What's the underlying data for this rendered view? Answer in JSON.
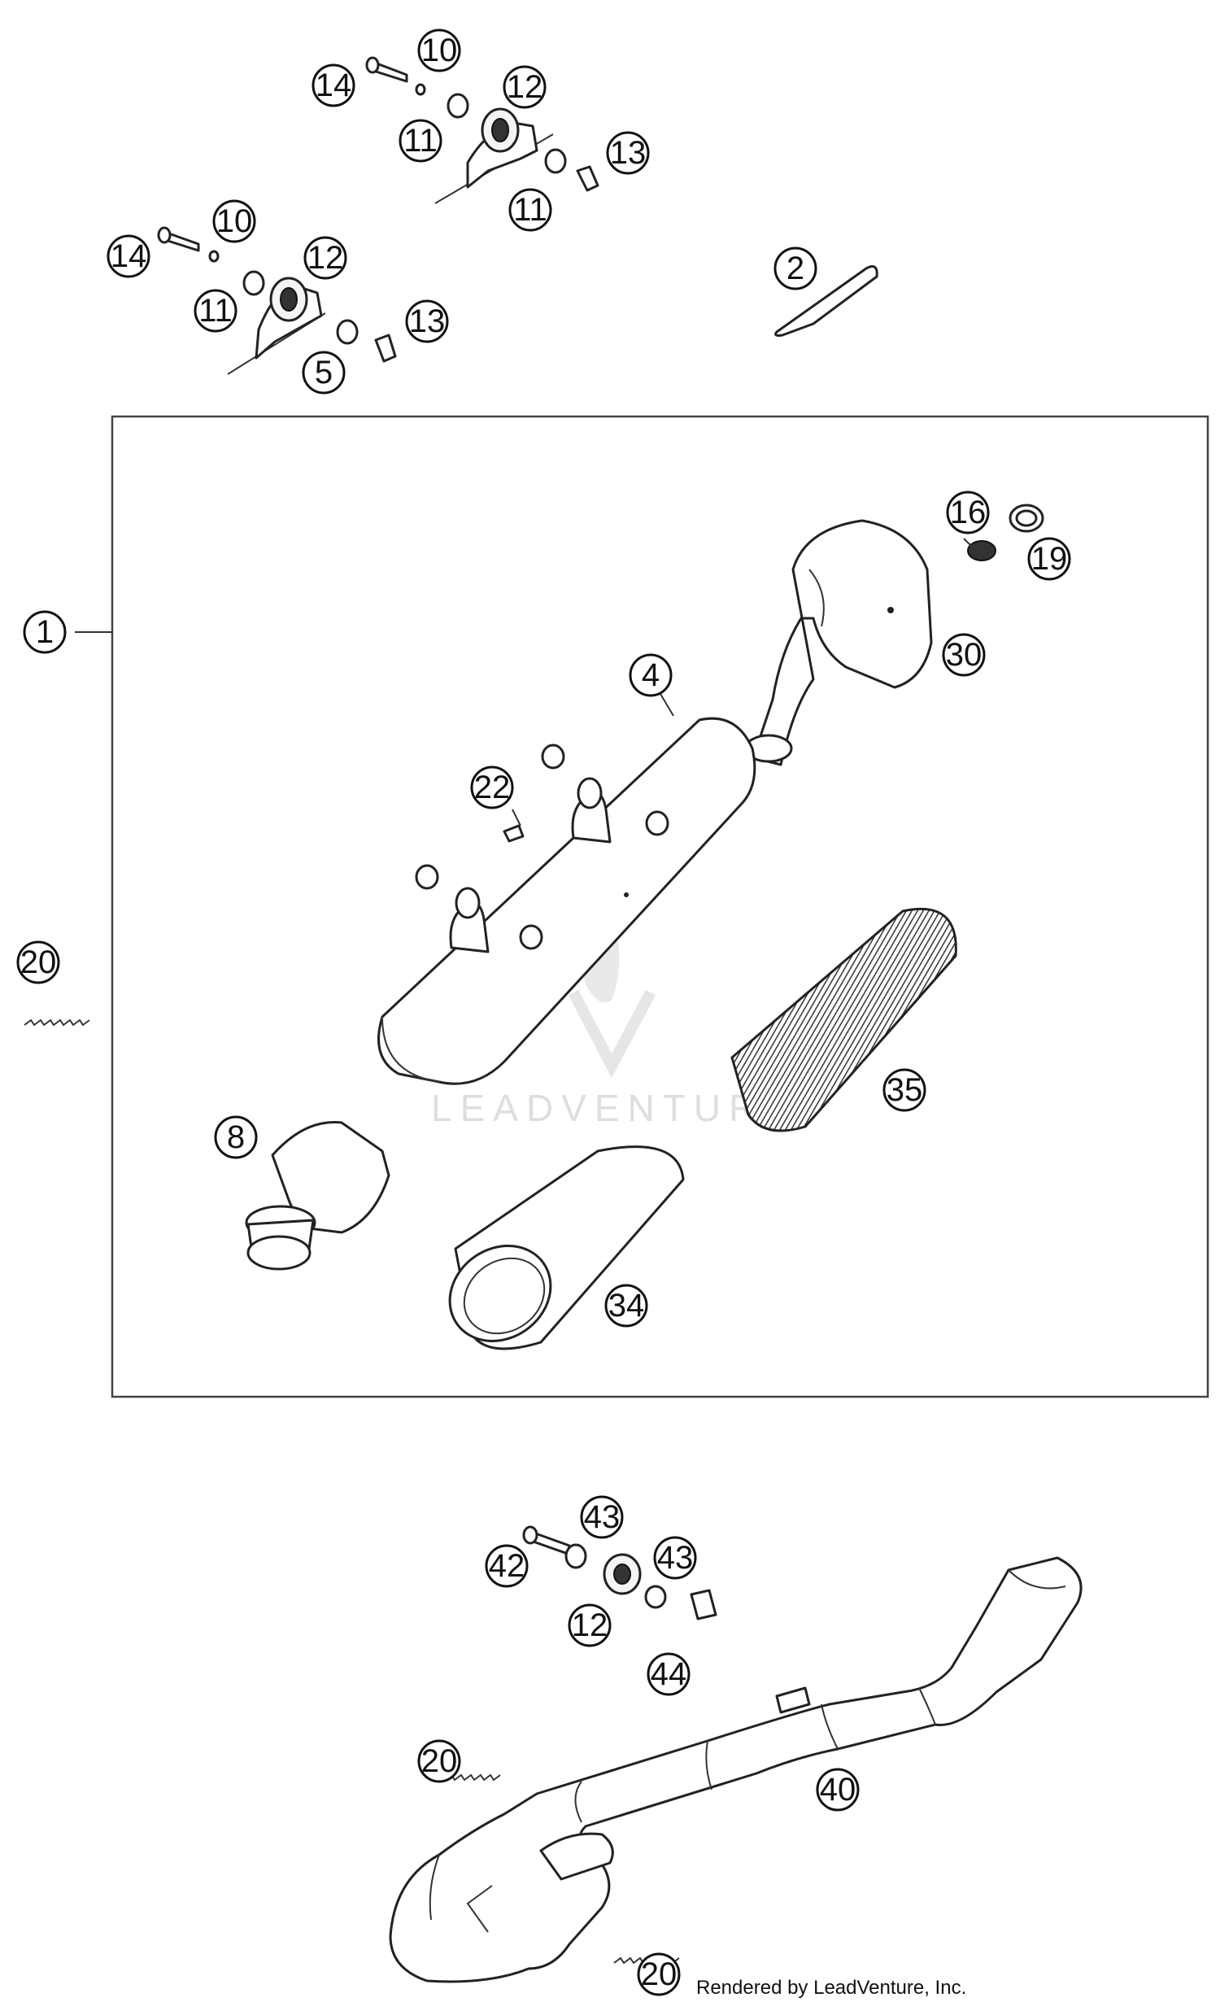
{
  "diagram": {
    "credit": "Rendered by LeadVenture, Inc.",
    "watermark": "LEADVENTURE",
    "callouts": [
      {
        "id": "c-10a",
        "label": "10"
      },
      {
        "id": "c-14a",
        "label": "14"
      },
      {
        "id": "c-12a",
        "label": "12"
      },
      {
        "id": "c-11a",
        "label": "11"
      },
      {
        "id": "c-13a",
        "label": "13"
      },
      {
        "id": "c-11b",
        "label": "11"
      },
      {
        "id": "c-10b",
        "label": "10"
      },
      {
        "id": "c-14b",
        "label": "14"
      },
      {
        "id": "c-12b",
        "label": "12"
      },
      {
        "id": "c-11c",
        "label": "11"
      },
      {
        "id": "c-13b",
        "label": "13"
      },
      {
        "id": "c-5",
        "label": "5"
      },
      {
        "id": "c-2",
        "label": "2"
      },
      {
        "id": "c-1",
        "label": "1"
      },
      {
        "id": "c-16",
        "label": "16"
      },
      {
        "id": "c-19",
        "label": "19"
      },
      {
        "id": "c-30",
        "label": "30"
      },
      {
        "id": "c-4",
        "label": "4"
      },
      {
        "id": "c-22",
        "label": "22"
      },
      {
        "id": "c-20a",
        "label": "20"
      },
      {
        "id": "c-35",
        "label": "35"
      },
      {
        "id": "c-8",
        "label": "8"
      },
      {
        "id": "c-34",
        "label": "34"
      },
      {
        "id": "c-43a",
        "label": "43"
      },
      {
        "id": "c-42",
        "label": "42"
      },
      {
        "id": "c-43b",
        "label": "43"
      },
      {
        "id": "c-12c",
        "label": "12"
      },
      {
        "id": "c-44",
        "label": "44"
      },
      {
        "id": "c-20b",
        "label": "20"
      },
      {
        "id": "c-40",
        "label": "40"
      },
      {
        "id": "c-20c",
        "label": "20"
      }
    ]
  }
}
